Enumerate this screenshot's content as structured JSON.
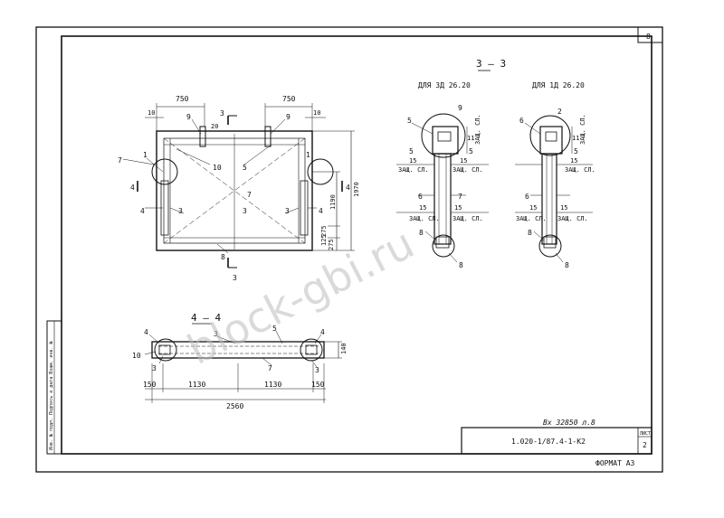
{
  "sheet_number": "8",
  "titles": {
    "section_33": "3 — 3",
    "for_3d": "ДЛЯ 3Д 26.20",
    "for_1d": "ДЛЯ 1Д 26.20",
    "section_44": "4 — 4"
  },
  "plan": {
    "dim_top_left": "750",
    "dim_top_right": "750",
    "dim_10_left": "10",
    "dim_10_right": "10",
    "dim_20": "20",
    "dim_height_total": "1970",
    "dim_height_mid": "1190",
    "dim_height_b1": "275",
    "dim_height_b2": "125",
    "dim_height_b3": "275",
    "section_mark": "3",
    "section_mark_side": "4"
  },
  "labels": {
    "n1": "1",
    "n2": "2",
    "n3": "3",
    "n4": "4",
    "n5": "5",
    "n6": "6",
    "n7": "7",
    "n8": "8",
    "n9": "9",
    "n10": "10",
    "n11": "11",
    "n15": "15"
  },
  "cover": {
    "text": "ЗАЩ. СЛ."
  },
  "section44": {
    "dim_150_left": "150",
    "dim_1130_left": "1130",
    "dim_1130_right": "1130",
    "dim_150_right": "150",
    "dim_total": "2560",
    "dim_140": "140"
  },
  "stamp": {
    "handwritten": "Вх 32850 л.8",
    "code": "1.020-1/87.4-1-К2",
    "sheet_label": "ЛИСТ",
    "sheet_value": "2"
  },
  "side_strip": {
    "text": "Инв. № подл.   Подпись и дата   Взам. инв. №"
  },
  "format": "ФОРМАТ А3",
  "watermark": "block-gbi.ru"
}
